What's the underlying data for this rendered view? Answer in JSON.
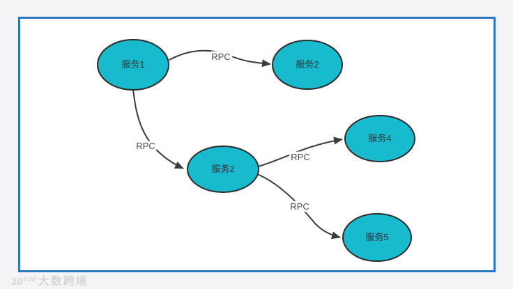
{
  "diagram": {
    "nodes": [
      {
        "id": "service-1",
        "label": "服务1"
      },
      {
        "id": "service-2-top",
        "label": "服务2"
      },
      {
        "id": "service-2-mid",
        "label": "服务2"
      },
      {
        "id": "service-4",
        "label": "服务4"
      },
      {
        "id": "service-5",
        "label": "服务5"
      }
    ],
    "edges": [
      {
        "from": "service-1",
        "to": "service-2-top",
        "label": "RPC"
      },
      {
        "from": "service-1",
        "to": "service-2-mid",
        "label": "RPC"
      },
      {
        "from": "service-2-mid",
        "to": "service-4",
        "label": "RPC"
      },
      {
        "from": "service-2-mid",
        "to": "service-5",
        "label": "RPC"
      }
    ],
    "colors": {
      "node_fill": "#18bace",
      "node_stroke": "#2b2b2b",
      "edge_stroke": "#3b3b3b",
      "canvas_border": "#2b76bf",
      "page_background": "#f4f4f6",
      "edge_label_text": "#4a4a4a",
      "node_label_text": "#333333"
    }
  },
  "watermark": {
    "logo": "10¹⁰⁰",
    "text": "大数跨境"
  }
}
